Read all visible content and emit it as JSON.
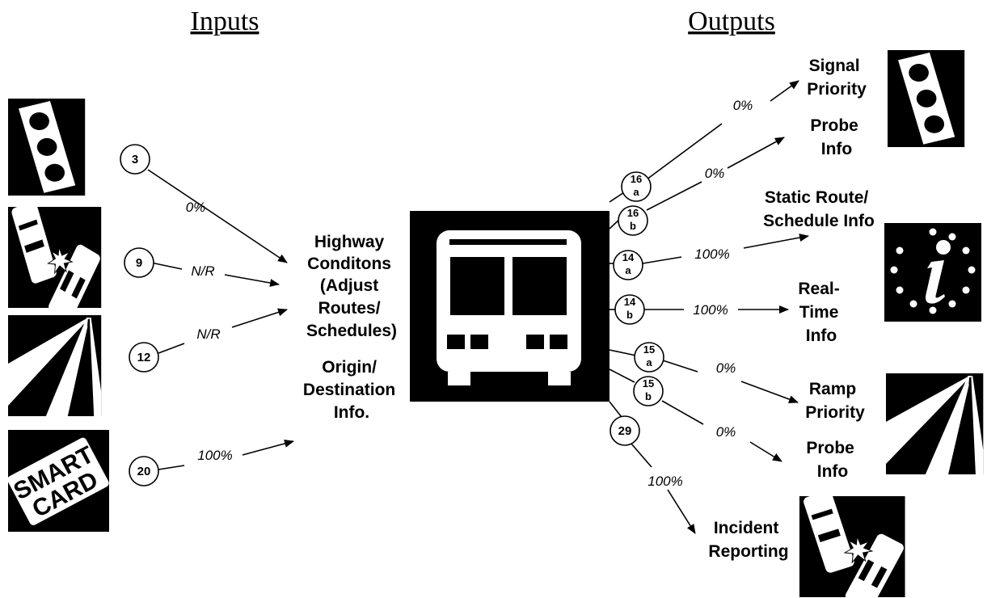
{
  "headings": {
    "inputs": "Inputs",
    "outputs": "Outputs"
  },
  "center_icon": "bus-icon",
  "inputs": [
    {
      "id": "3",
      "pct": "0%",
      "icon": "traffic-signal-icon"
    },
    {
      "id": "9",
      "pct": "N/R",
      "icon": "vehicle-crash-icon"
    },
    {
      "id": "12",
      "pct": "N/R",
      "icon": "highway-road-icon"
    },
    {
      "id": "20",
      "pct": "100%",
      "icon": "smart-card-icon"
    }
  ],
  "input_targets": {
    "highway": [
      "Highway",
      "Conditons",
      "(Adjust",
      "Routes/",
      "Schedules)"
    ],
    "origin": [
      "Origin/",
      "Destination",
      "Info."
    ]
  },
  "smart_card": {
    "line1": "SMART",
    "line2": "CARD"
  },
  "outputs": [
    {
      "id_num": "16",
      "id_sub": "a",
      "pct": "0%",
      "label": [
        "Signal",
        "Priority"
      ]
    },
    {
      "id_num": "16",
      "id_sub": "b",
      "pct": "0%",
      "label": [
        "Probe",
        "Info"
      ]
    },
    {
      "id_num": "14",
      "id_sub": "a",
      "pct": "100%",
      "label": [
        "Static Route/",
        "Schedule Info"
      ]
    },
    {
      "id_num": "14",
      "id_sub": "b",
      "pct": "100%",
      "label": [
        "Real-",
        "Time",
        "Info"
      ]
    },
    {
      "id_num": "15",
      "id_sub": "a",
      "pct": "0%",
      "label": [
        "Ramp",
        "Priority"
      ]
    },
    {
      "id_num": "15",
      "id_sub": "b",
      "pct": "0%",
      "label": [
        "Probe",
        "Info"
      ]
    },
    {
      "id_num": "29",
      "id_sub": "",
      "pct": "100%",
      "label": [
        "Incident",
        "Reporting"
      ]
    }
  ],
  "output_icons": [
    "traffic-signal-icon",
    "info-icon",
    "highway-road-icon",
    "vehicle-crash-icon"
  ]
}
